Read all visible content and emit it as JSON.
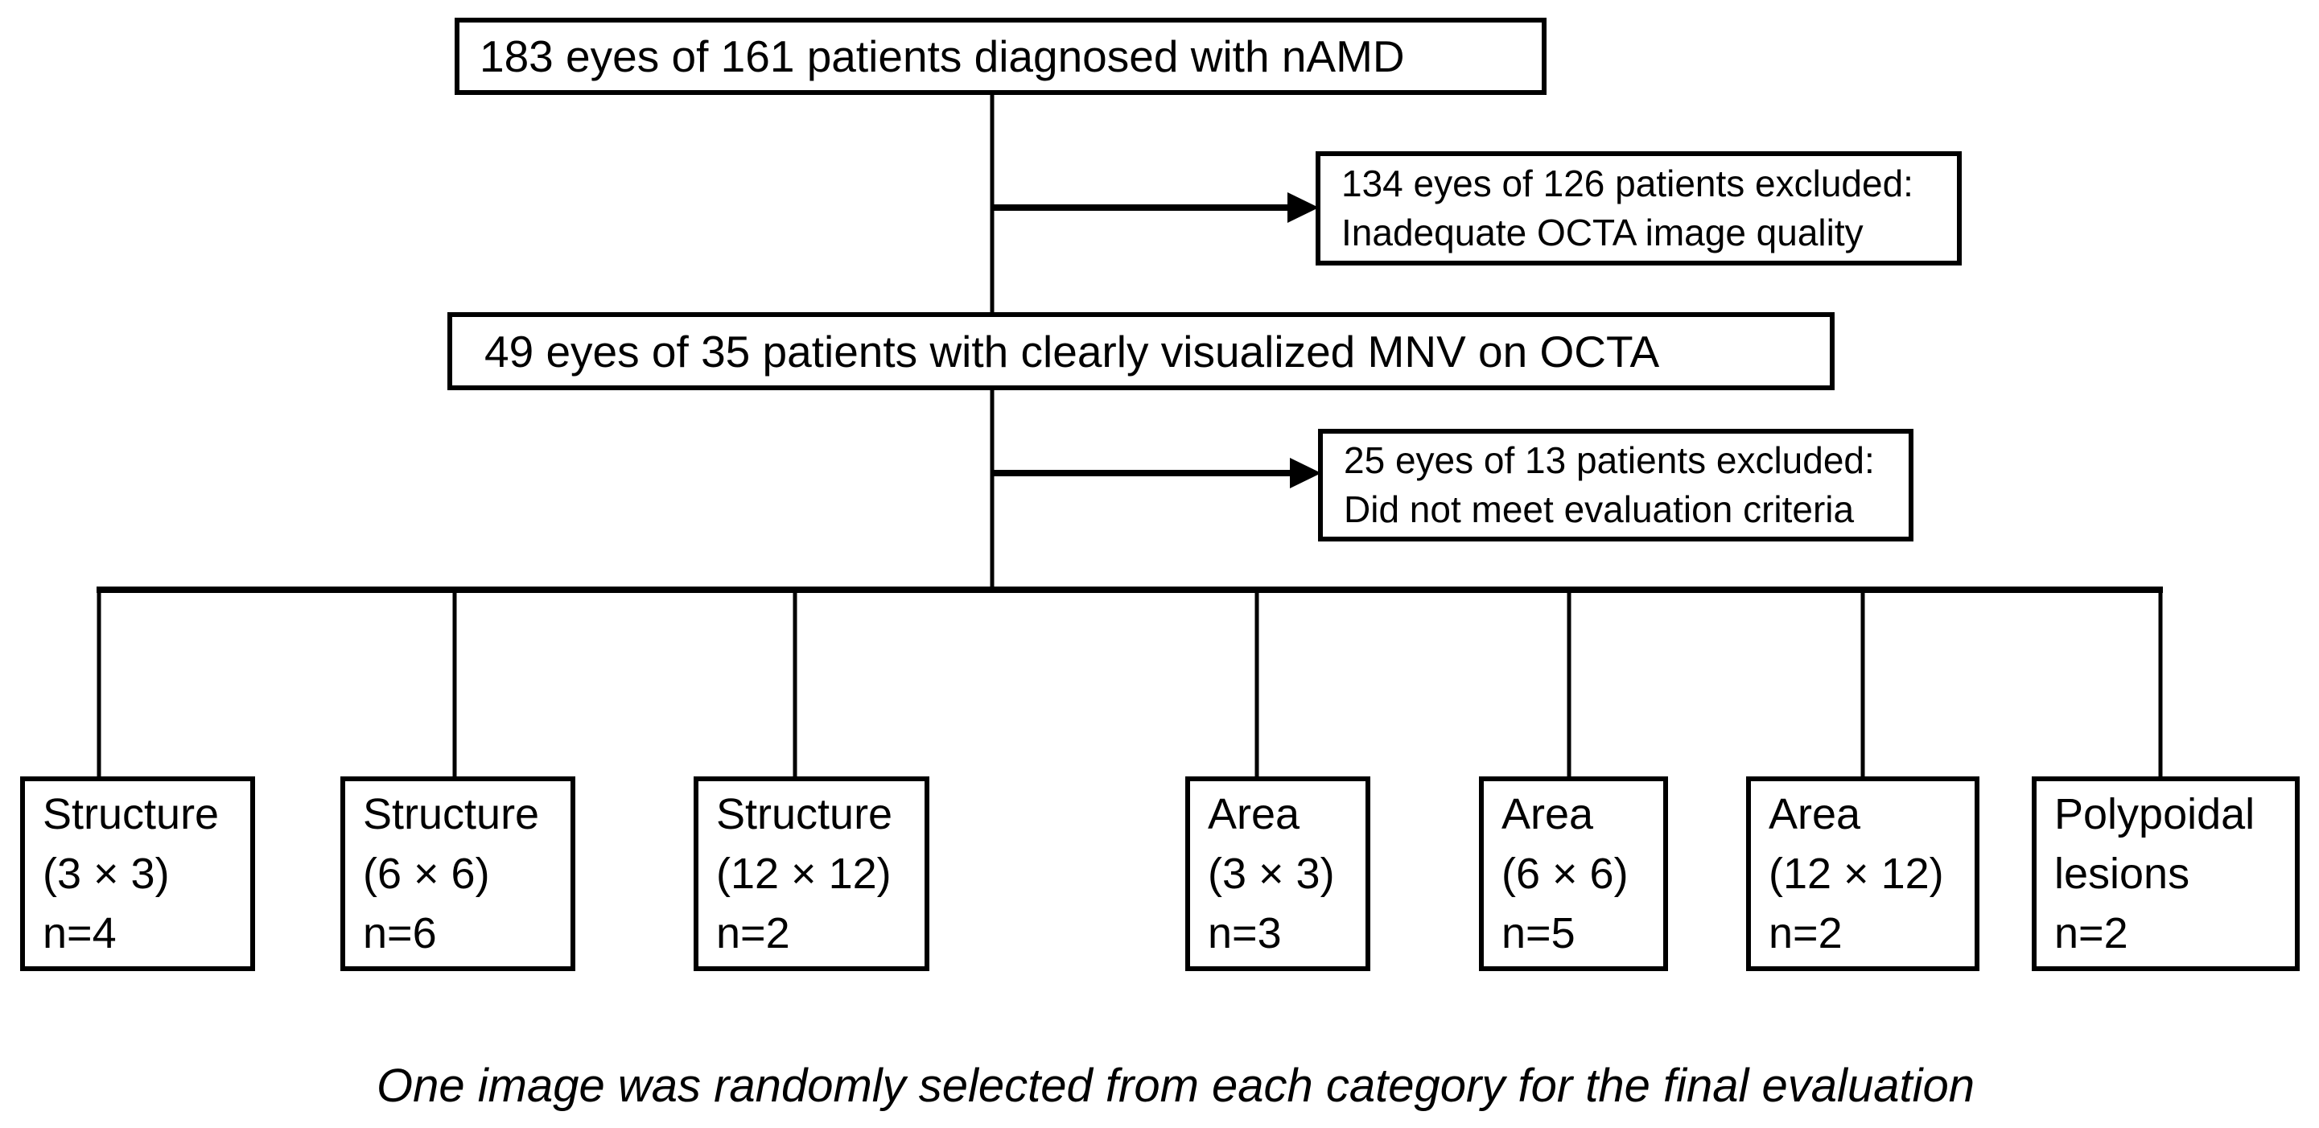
{
  "figure": {
    "box_top": "183 eyes of 161 patients diagnosed with nAMD",
    "box_excluded_1": [
      "134 eyes of 126 patients excluded:",
      "Inadequate OCTA image quality"
    ],
    "box_visualized": "49 eyes of 35 patients with clearly visualized MNV on OCTA",
    "box_excluded_2": [
      "25 eyes of 13 patients excluded:",
      "Did not meet evaluation criteria"
    ],
    "categories": [
      {
        "lines": [
          "Structure",
          "(3 × 3)",
          "n=4"
        ]
      },
      {
        "lines": [
          "Structure",
          "(6 × 6)",
          "n=6"
        ]
      },
      {
        "lines": [
          "Structure",
          "(12 × 12)",
          "n=2"
        ]
      },
      {
        "lines": [
          "Area",
          "(3 × 3)",
          "n=3"
        ]
      },
      {
        "lines": [
          "Area",
          "(6 × 6)",
          "n=5"
        ]
      },
      {
        "lines": [
          "Area",
          "(12 × 12)",
          "n=2"
        ]
      },
      {
        "lines": [
          "Polypoidal",
          "lesions",
          "n=2"
        ]
      }
    ],
    "caption": "One image was randomly selected from each category for the final evaluation",
    "colors": {
      "ink": "#000000",
      "background": "#ffffff"
    }
  }
}
